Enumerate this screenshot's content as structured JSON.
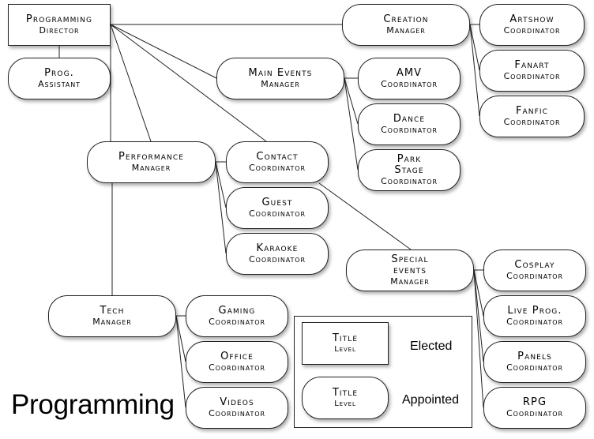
{
  "diagram": {
    "title": "Programming",
    "nodes": [
      {
        "id": "director",
        "title": "Programming",
        "level": "Director",
        "shape": "rect"
      },
      {
        "id": "prog-assistant",
        "title": "Prog.",
        "level": "Assistant",
        "shape": "rounded"
      },
      {
        "id": "creation",
        "title": "Creation",
        "level": "Manager",
        "shape": "rounded"
      },
      {
        "id": "artshow",
        "title": "Artshow",
        "level": "Coordinator",
        "shape": "rounded"
      },
      {
        "id": "fanart",
        "title": "Fanart",
        "level": "Coordinator",
        "shape": "rounded"
      },
      {
        "id": "fanfic",
        "title": "Fanfic",
        "level": "Coordinator",
        "shape": "rounded"
      },
      {
        "id": "main-events",
        "title": "Main Events",
        "level": "Manager",
        "shape": "rounded"
      },
      {
        "id": "amv",
        "title": "AMV",
        "level": "Coordinator",
        "shape": "rounded"
      },
      {
        "id": "dance",
        "title": "Dance",
        "level": "Coordinator",
        "shape": "rounded"
      },
      {
        "id": "park-stage",
        "title": "Park Stage",
        "level": "Coordinator",
        "shape": "rounded"
      },
      {
        "id": "performance",
        "title": "Performance",
        "level": "Manager",
        "shape": "rounded"
      },
      {
        "id": "contact",
        "title": "Contact",
        "level": "Coordinator",
        "shape": "rounded"
      },
      {
        "id": "guest",
        "title": "Guest",
        "level": "Coordinator",
        "shape": "rounded"
      },
      {
        "id": "karaoke",
        "title": "Karaoke",
        "level": "Coordinator",
        "shape": "rounded"
      },
      {
        "id": "special-events",
        "title": "Special events",
        "level": "Manager",
        "shape": "rounded"
      },
      {
        "id": "cosplay",
        "title": "Cosplay",
        "level": "Coordinator",
        "shape": "rounded"
      },
      {
        "id": "live-prog",
        "title": "Live Prog.",
        "level": "Coordinator",
        "shape": "rounded"
      },
      {
        "id": "panels",
        "title": "Panels",
        "level": "Coordinator",
        "shape": "rounded"
      },
      {
        "id": "rpg",
        "title": "RPG",
        "level": "Coordinator",
        "shape": "rounded"
      },
      {
        "id": "tech",
        "title": "Tech",
        "level": "Manager",
        "shape": "rounded"
      },
      {
        "id": "gaming",
        "title": "Gaming",
        "level": "Coordinator",
        "shape": "rounded"
      },
      {
        "id": "office",
        "title": "Office",
        "level": "Coordinator",
        "shape": "rounded"
      },
      {
        "id": "videos",
        "title": "Videos",
        "level": "Coordinator",
        "shape": "rounded"
      }
    ],
    "edges": [
      [
        "director",
        "prog-assistant"
      ],
      [
        "director",
        "creation"
      ],
      [
        "director",
        "main-events"
      ],
      [
        "director",
        "performance"
      ],
      [
        "director",
        "contact"
      ],
      [
        "director",
        "special-events"
      ],
      [
        "director",
        "tech"
      ],
      [
        "creation",
        "artshow"
      ],
      [
        "creation",
        "fanart"
      ],
      [
        "creation",
        "fanfic"
      ],
      [
        "main-events",
        "amv"
      ],
      [
        "main-events",
        "dance"
      ],
      [
        "main-events",
        "park-stage"
      ],
      [
        "performance",
        "contact"
      ],
      [
        "performance",
        "guest"
      ],
      [
        "performance",
        "karaoke"
      ],
      [
        "special-events",
        "cosplay"
      ],
      [
        "special-events",
        "live-prog"
      ],
      [
        "special-events",
        "panels"
      ],
      [
        "special-events",
        "rpg"
      ],
      [
        "tech",
        "gaming"
      ],
      [
        "tech",
        "office"
      ],
      [
        "tech",
        "videos"
      ]
    ],
    "legend": {
      "elected": {
        "title": "Title",
        "level": "Level",
        "label": "Elected"
      },
      "appointed": {
        "title": "Title",
        "level": "Level",
        "label": "Appointed"
      }
    }
  }
}
